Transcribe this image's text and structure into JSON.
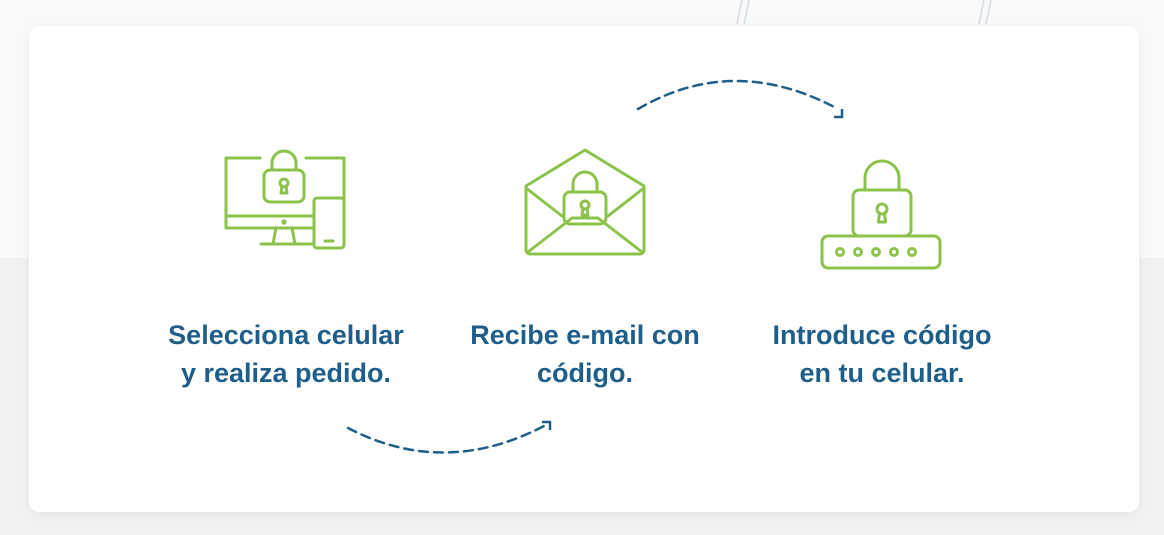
{
  "steps": [
    {
      "icon": "monitor-phone-lock-icon",
      "line1": "Selecciona celular",
      "line2": "y realiza pedido."
    },
    {
      "icon": "envelope-lock-icon",
      "line1": "Recibe e-mail con",
      "line2": "código."
    },
    {
      "icon": "password-lock-icon",
      "line1": "Introduce código",
      "line2": "en tu celular."
    }
  ],
  "colors": {
    "icon": "#8bc34a",
    "text": "#1f5e8a",
    "arrow": "#1f5e8a",
    "card": "#ffffff",
    "background": "#f0f1f3"
  }
}
